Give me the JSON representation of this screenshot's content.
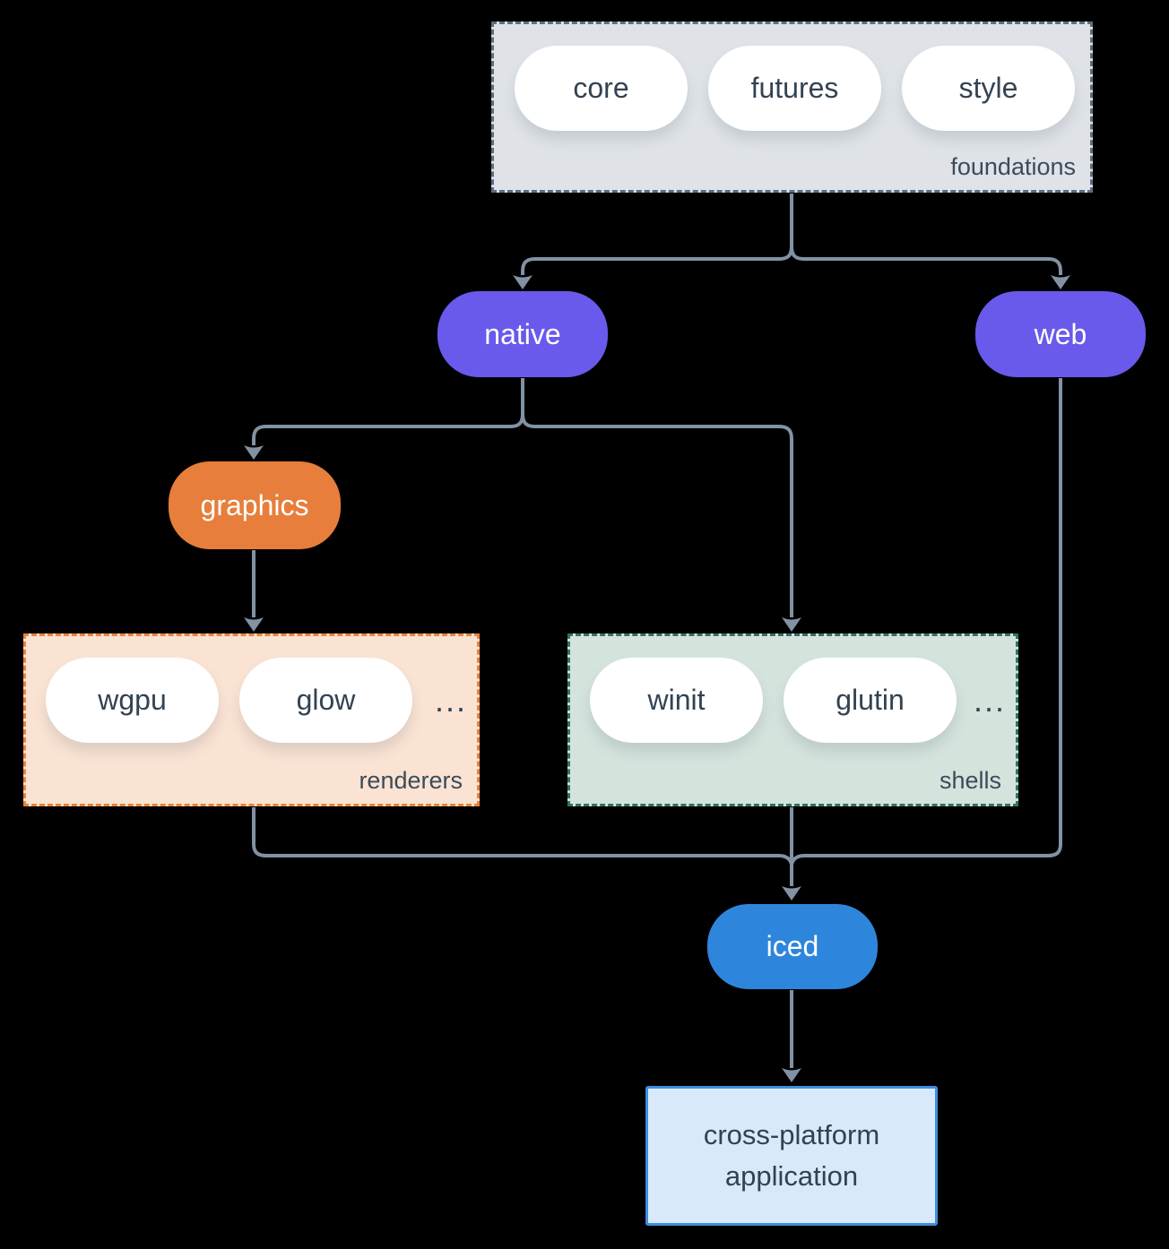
{
  "colors": {
    "background": "#000000",
    "line": "#8292a4",
    "text-dark": "#334252",
    "label": "#3c4b5a",
    "pill-white": "#ffffff",
    "purple": "#695aec",
    "orange": "#e77e3b",
    "blue": "#2e86dc",
    "foundations-bg": "#dfe3e7",
    "foundations-border": "#5c6f80",
    "renderers-bg": "#fbe3d3",
    "renderers-border": "#e8823c",
    "shells-bg": "#d5e3dd",
    "shells-border": "#2e7465",
    "app-bg": "#d9e9f9",
    "app-border": "#3e8ede"
  },
  "groups": {
    "foundations": {
      "label": "foundations",
      "pills": [
        "core",
        "futures",
        "style"
      ]
    },
    "renderers": {
      "label": "renderers",
      "pills": [
        "wgpu",
        "glow"
      ],
      "ellipsis": "..."
    },
    "shells": {
      "label": "shells",
      "pills": [
        "winit",
        "glutin"
      ],
      "ellipsis": "..."
    }
  },
  "nodes": {
    "native": "native",
    "web": "web",
    "graphics": "graphics",
    "iced": "iced",
    "application": {
      "line1": "cross-platform",
      "line2": "application"
    }
  }
}
